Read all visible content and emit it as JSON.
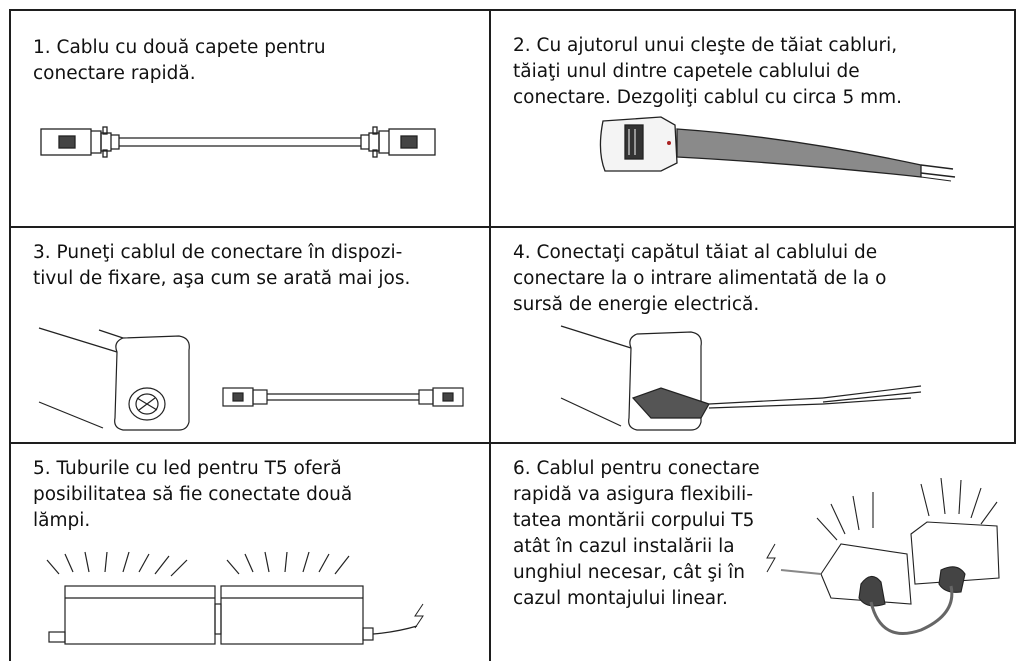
{
  "steps": [
    {
      "text": "1. Cablu cu două capete pentru\nconectare rapidă."
    },
    {
      "text": "2. Cu ajutorul unui cleşte de tăiat cabluri,\ntăiaţi unul dintre capetele cablului de\nconectare. Dezgoliţi cablul cu circa 5 mm."
    },
    {
      "text": "3. Puneţi cablul de conectare în dispozi-\ntivul de fixare, aşa cum se arată mai jos."
    },
    {
      "text": "4. Conectaţi capătul tăiat al cablului de\nconectare la o intrare alimentată de la o\nsursă de energie electrică."
    },
    {
      "text": "5. Tuburile cu led pentru T5 oferă\nposibilitatea să fie conectate două\nlămpi."
    },
    {
      "text": "6. Cablul pentru conectare\nrapidă va asigura flexibili-\ntatea montării corpului T5\natât în cazul instalării la\nunghiul necesar, cât şi în\ncazul montajului linear."
    }
  ]
}
